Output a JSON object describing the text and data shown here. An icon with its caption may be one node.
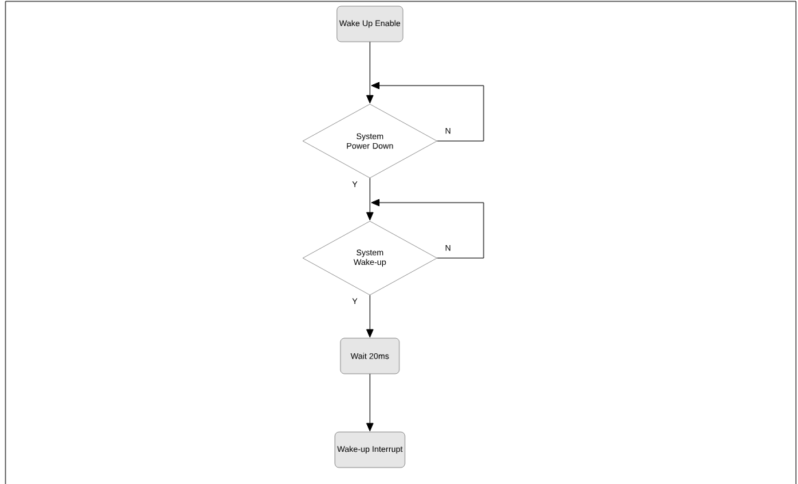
{
  "diagram": {
    "nodes": [
      {
        "text": [
          "Wake Up Enable"
        ]
      },
      {
        "text": [
          "System Power Down"
        ]
      },
      {
        "text": [
          "System Wake-up"
        ]
      },
      {
        "text": [
          "Wait 20ms"
        ]
      },
      {
        "text": [
          "Wake-up Interrupt"
        ]
      }
    ],
    "edges": [
      {
        "from": 0,
        "to": 1,
        "arrow": "to"
      },
      {
        "from": 1,
        "to": 1,
        "arrow": "to",
        "label": "N"
      },
      {
        "from": 1,
        "to": 2,
        "arrow": "to",
        "label": "Y"
      },
      {
        "from": 2,
        "to": 2,
        "arrow": "to",
        "label": "N"
      },
      {
        "from": 2,
        "to": 3,
        "arrow": "to",
        "label": "Y"
      },
      {
        "from": 3,
        "to": 4,
        "arrow": "to"
      }
    ]
  }
}
